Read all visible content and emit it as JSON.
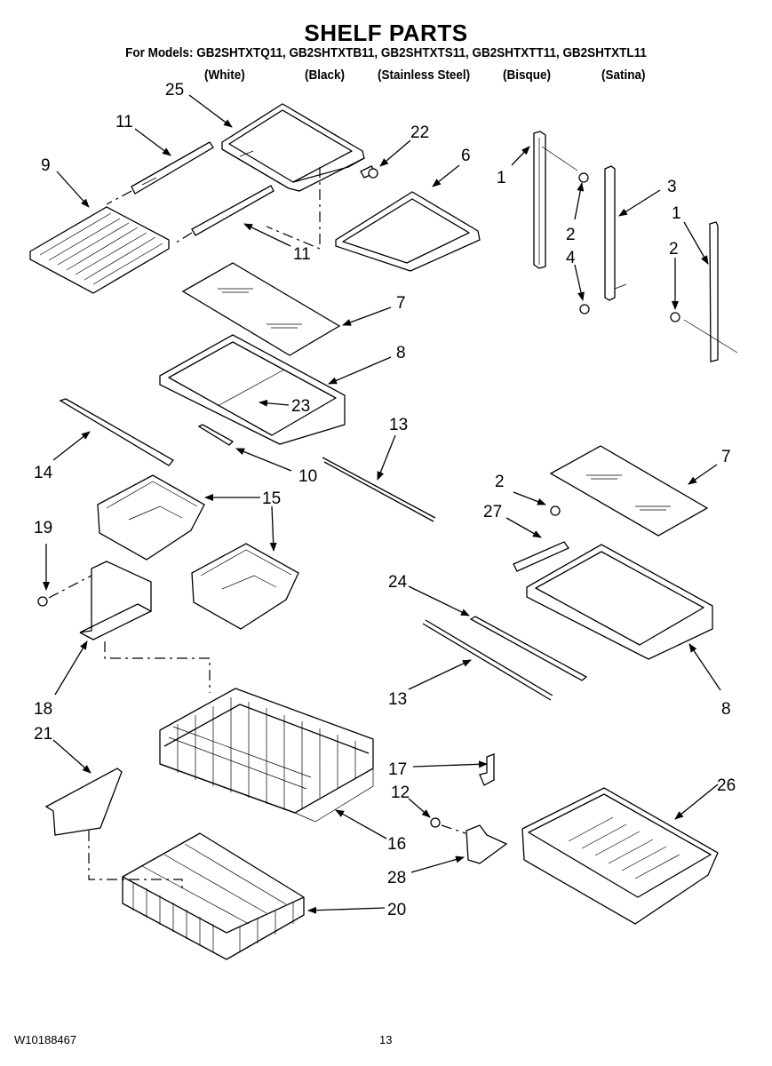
{
  "header": {
    "title": "SHELF PARTS",
    "models_line": "For Models: GB2SHTXTQ11, GB2SHTXTB11, GB2SHTXTS11, GB2SHTXTT11, GB2SHTXTL11",
    "variants": [
      "(White)",
      "(Black)",
      "(Stainless Steel)",
      "(Bisque)",
      "(Satina)"
    ]
  },
  "footer": {
    "document_number": "W10188467",
    "page_number": "13"
  },
  "callouts": [
    {
      "label": "25",
      "part": "shelf-frame-upper"
    },
    {
      "label": "11",
      "part": "slide-rail-left"
    },
    {
      "label": "22",
      "part": "screw-upper"
    },
    {
      "label": "6",
      "part": "shelf-frame"
    },
    {
      "label": "9",
      "part": "wire-tray"
    },
    {
      "label": "11",
      "part": "slide-rail-right"
    },
    {
      "label": "1",
      "part": "shelf-ladder-left"
    },
    {
      "label": "3",
      "part": "shelf-ladder-center"
    },
    {
      "label": "1",
      "part": "shelf-ladder-right"
    },
    {
      "label": "2",
      "part": "screw-ladder-left"
    },
    {
      "label": "4",
      "part": "screw-ladder-center"
    },
    {
      "label": "2",
      "part": "screw-ladder-right"
    },
    {
      "label": "7",
      "part": "glass-shelf-upper"
    },
    {
      "label": "8",
      "part": "shelf-frame-upper-crisper"
    },
    {
      "label": "23",
      "part": "frame-divider"
    },
    {
      "label": "13",
      "part": "trim-strip-upper"
    },
    {
      "label": "14",
      "part": "front-trim"
    },
    {
      "label": "10",
      "part": "clip"
    },
    {
      "label": "7",
      "part": "glass-shelf-lower"
    },
    {
      "label": "2",
      "part": "screw-bracket"
    },
    {
      "label": "27",
      "part": "bracket"
    },
    {
      "label": "15",
      "part": "crisper-drawer"
    },
    {
      "label": "19",
      "part": "screw-divider"
    },
    {
      "label": "24",
      "part": "trim-strip"
    },
    {
      "label": "13",
      "part": "trim-strip-lower"
    },
    {
      "label": "8",
      "part": "shelf-frame-lower"
    },
    {
      "label": "18",
      "part": "basket-divider"
    },
    {
      "label": "21",
      "part": "basket-divider-lower"
    },
    {
      "label": "16",
      "part": "wire-basket-upper"
    },
    {
      "label": "17",
      "part": "bracket-small"
    },
    {
      "label": "12",
      "part": "screw-support"
    },
    {
      "label": "26",
      "part": "pan"
    },
    {
      "label": "28",
      "part": "support-block"
    },
    {
      "label": "20",
      "part": "wire-basket-lower"
    }
  ]
}
